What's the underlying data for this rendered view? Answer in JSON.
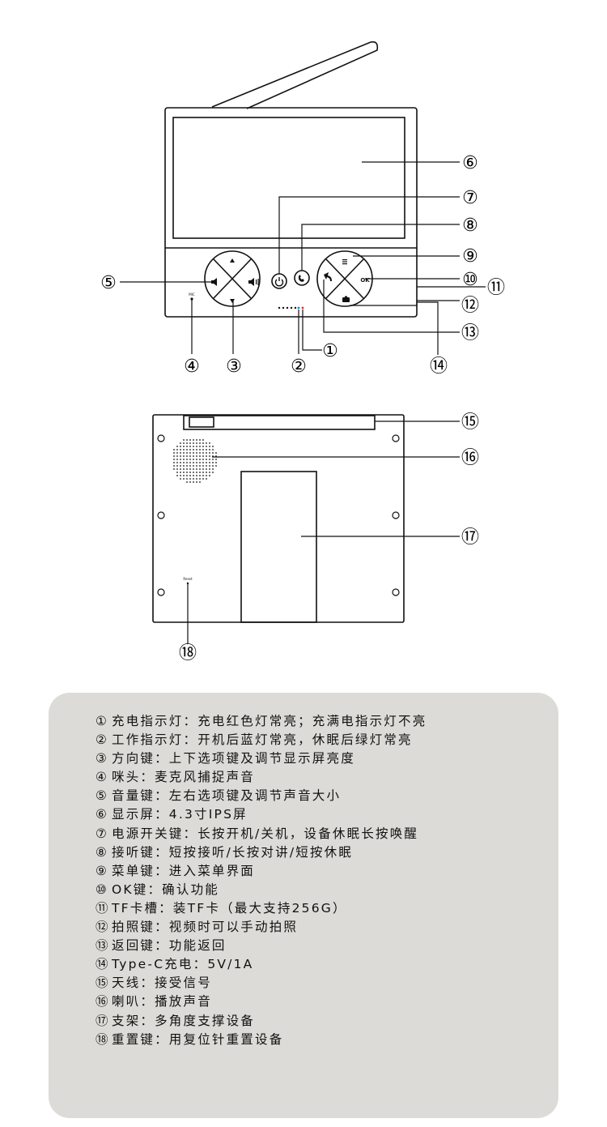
{
  "front_view": {
    "callouts": [
      "①",
      "②",
      "③",
      "④",
      "⑤",
      "⑥",
      "⑦",
      "⑧",
      "⑨",
      "⑩",
      "⑪",
      "⑫",
      "⑬",
      "⑭"
    ],
    "button_labels": {
      "menu": "≡",
      "ok": "OK",
      "mic": "MIC"
    }
  },
  "back_view": {
    "callouts": [
      "⑮",
      "⑯",
      "⑰",
      "⑱"
    ],
    "reset_label": "Reset"
  },
  "legend": [
    {
      "num": "①",
      "text": "充电指示灯：充电红色灯常亮；充满电指示灯不亮"
    },
    {
      "num": "②",
      "text": "工作指示灯：开机后蓝灯常亮，休眠后绿灯常亮"
    },
    {
      "num": "③",
      "text": "方向键：上下选项键及调节显示屏亮度"
    },
    {
      "num": "④",
      "text": "咪头：麦克风捕捉声音"
    },
    {
      "num": "⑤",
      "text": "音量键：左右选项键及调节声音大小"
    },
    {
      "num": "⑥",
      "text": "显示屏：4.3寸IPS屏"
    },
    {
      "num": "⑦",
      "text": "电源开关键：长按开机/关机，设备休眠长按唤醒"
    },
    {
      "num": "⑧",
      "text": "接听键：短按接听/长按对讲/短按休眠"
    },
    {
      "num": "⑨",
      "text": "菜单键：进入菜单界面"
    },
    {
      "num": "⑩",
      "text": "OK键：确认功能"
    },
    {
      "num": "⑪",
      "text": "TF卡槽：装TF卡（最大支持256G）"
    },
    {
      "num": "⑫",
      "text": "拍照键：视频时可以手动拍照"
    },
    {
      "num": "⑬",
      "text": "返回键：功能返回"
    },
    {
      "num": "⑭",
      "text": "Type-C充电：5V/1A"
    },
    {
      "num": "⑮",
      "text": "天线：接受信号"
    },
    {
      "num": "⑯",
      "text": "喇叭：播放声音"
    },
    {
      "num": "⑰",
      "text": "支架：多角度支撑设备"
    },
    {
      "num": "⑱",
      "text": "重置键：用复位针重置设备"
    }
  ]
}
